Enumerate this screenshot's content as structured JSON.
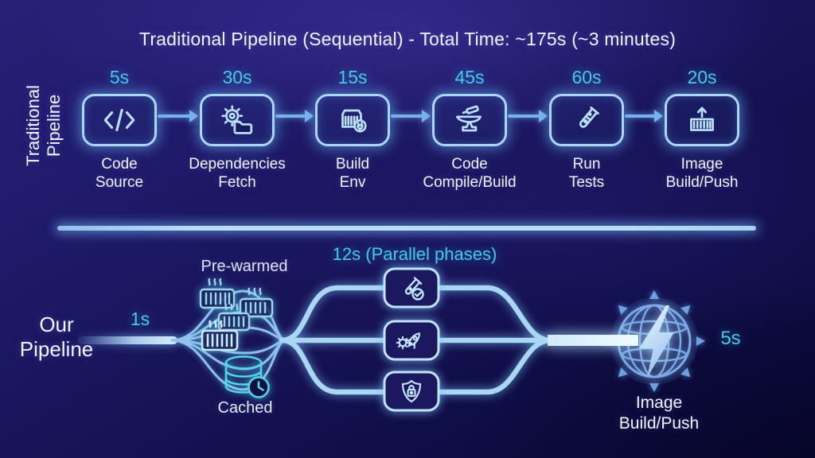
{
  "colors": {
    "background_deep": "#0a0838",
    "accent_time_cyan": "#46c9e6",
    "box_border_blue": "#a9d7f4",
    "icon_stroke": "#bfe4fa",
    "arrow_blue": "#78b2ea",
    "flow_line": "#a7d4f2",
    "flow_line_bright": "#ddf1fe",
    "text_white": "#f2f3f8",
    "cached_cyan": "#54d4e6",
    "globe_blue": "#7fa8e2"
  },
  "traditional": {
    "title": "Traditional Pipeline (Sequential) - Total Time: ~175s (~3 minutes)",
    "side_label_lines": [
      "Traditional",
      "Pipeline"
    ],
    "stages": [
      {
        "time": "5s",
        "icon": "code-icon",
        "label_lines": [
          "Code",
          "Source"
        ]
      },
      {
        "time": "30s",
        "icon": "dependencies-icon",
        "label_lines": [
          "Dependencies",
          "Fetch"
        ]
      },
      {
        "time": "15s",
        "icon": "container-plug-icon",
        "label_lines": [
          "Build",
          "Env"
        ]
      },
      {
        "time": "45s",
        "icon": "anvil-icon",
        "label_lines": [
          "Code",
          "Compile/Build"
        ]
      },
      {
        "time": "60s",
        "icon": "test-tube-icon",
        "label_lines": [
          "Run",
          "Tests"
        ]
      },
      {
        "time": "20s",
        "icon": "container-push-icon",
        "label_lines": [
          "Image",
          "Build/Push"
        ]
      }
    ]
  },
  "our": {
    "side_label_lines": [
      "Our",
      "Pipeline"
    ],
    "start_time": "1s",
    "prewarmed_label": "Pre-warmed",
    "prewarmed_icon": "warm-containers-icon",
    "cached_label": "Cached",
    "cached_icon": "database-clock-icon",
    "parallel_label": "12s (Parallel phases)",
    "branch_icons": [
      "test-passed-icon",
      "rocket-deploy-icon",
      "security-shield-icon"
    ],
    "end_icon": "globe-lightning-icon",
    "end_time": "5s",
    "end_label_lines": [
      "Image",
      "Build/Push"
    ]
  }
}
